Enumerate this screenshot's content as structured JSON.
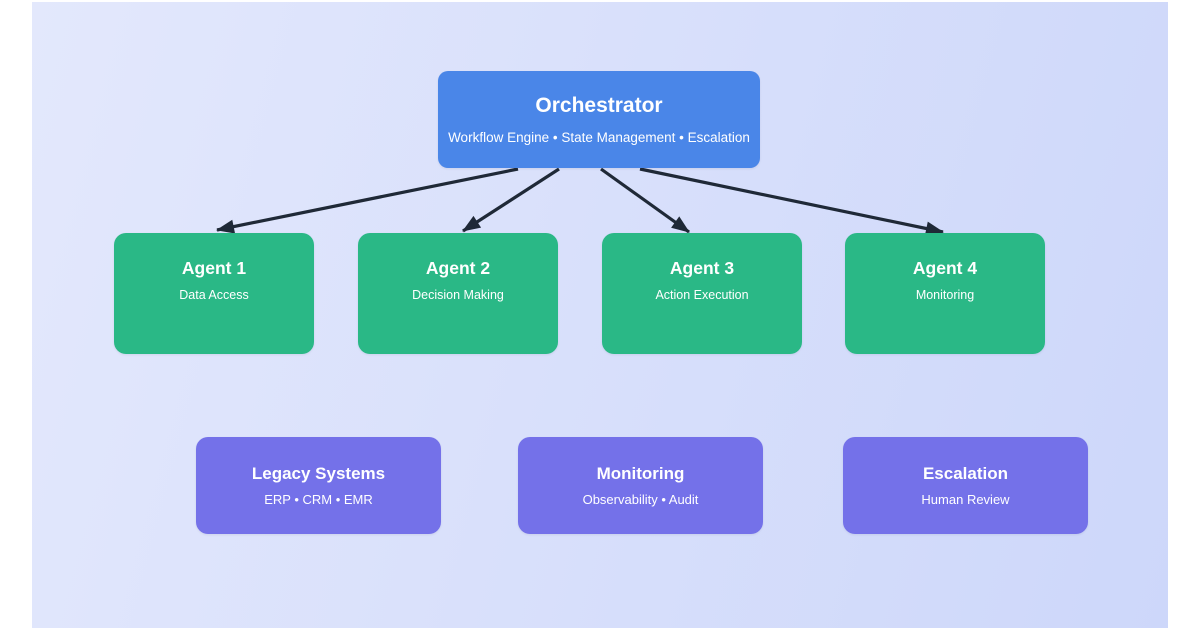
{
  "canvas": {
    "page_background": "#ffffff",
    "gradient_start": "#e3e8fc",
    "gradient_end": "#cdd7fa"
  },
  "colors": {
    "orchestrator-fill": "#4a86e8",
    "agent-fill": "#2ab886",
    "system-fill": "#7471e9",
    "arrow": "#1f2937",
    "node-text": "#ffffff"
  },
  "orchestrator": {
    "title": "Orchestrator",
    "subtitle": "Workflow Engine • State Management • Escalation"
  },
  "agents": [
    {
      "title": "Agent 1",
      "subtitle": "Data Access"
    },
    {
      "title": "Agent 2",
      "subtitle": "Decision Making"
    },
    {
      "title": "Agent 3",
      "subtitle": "Action Execution"
    },
    {
      "title": "Agent 4",
      "subtitle": "Monitoring"
    }
  ],
  "systems": [
    {
      "title": "Legacy Systems",
      "subtitle": "ERP • CRM • EMR"
    },
    {
      "title": "Monitoring",
      "subtitle": "Observability • Audit"
    },
    {
      "title": "Escalation",
      "subtitle": "Human Review"
    }
  ]
}
